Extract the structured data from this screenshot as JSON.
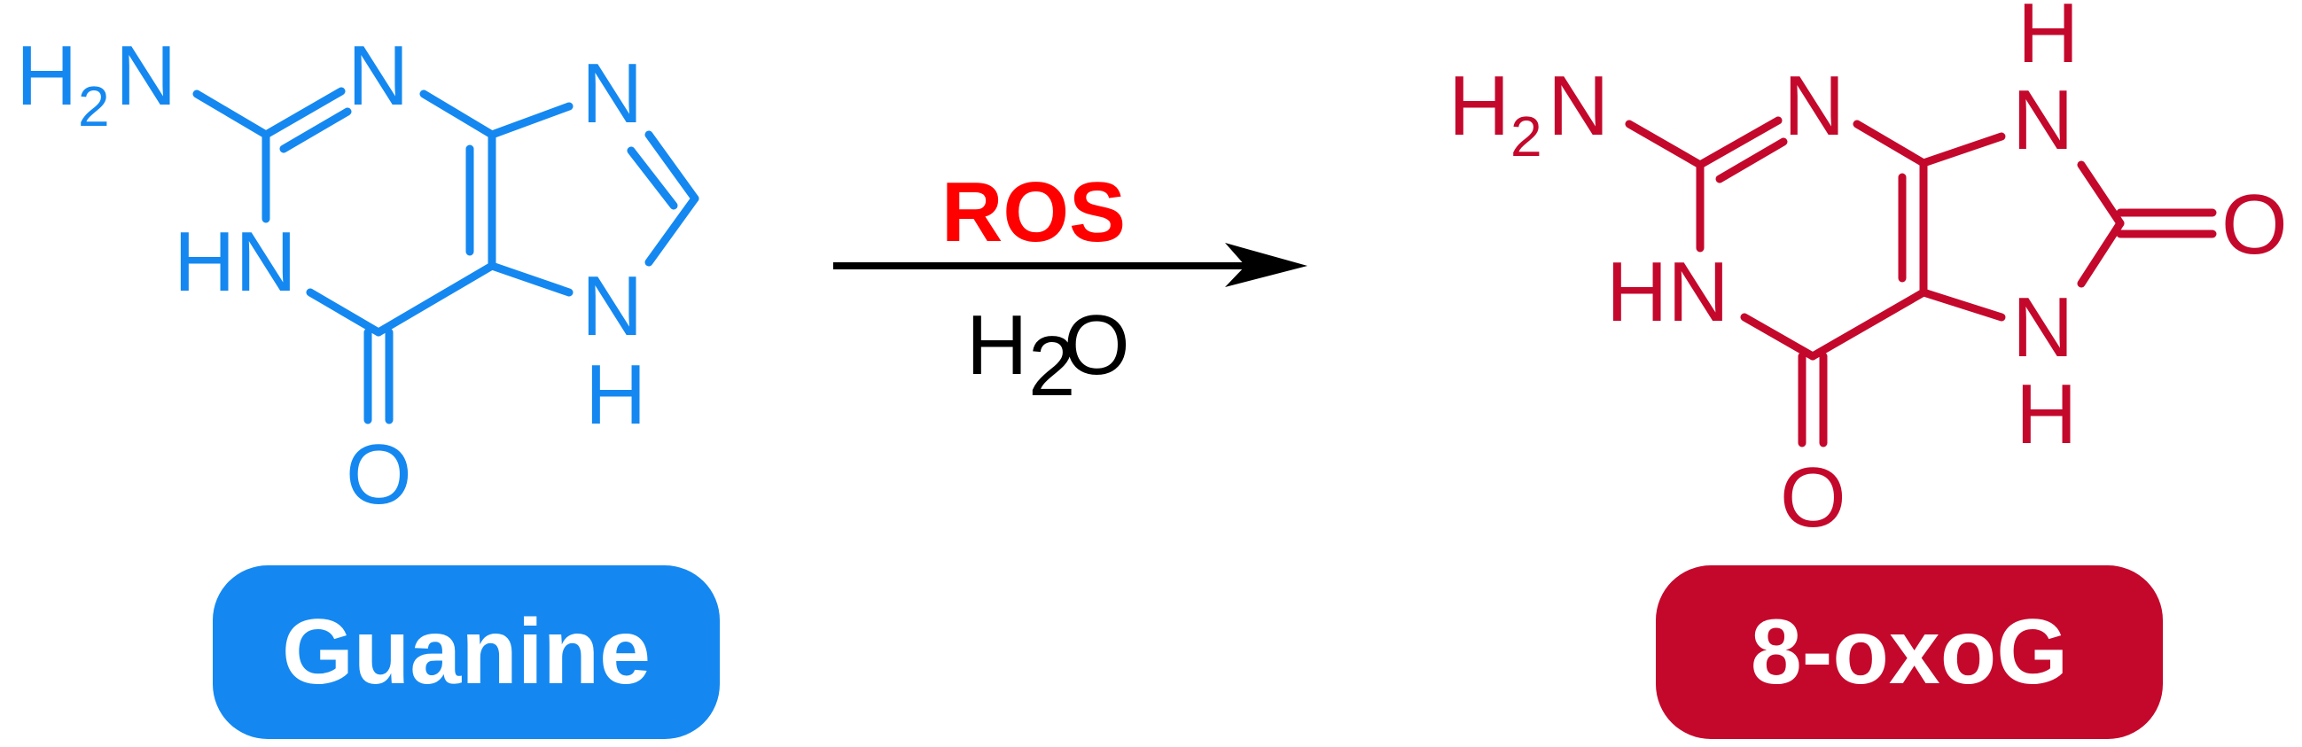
{
  "colors": {
    "guanine": "#1488F0",
    "oxog": "#C4082C",
    "reagent": "#FF0000",
    "arrow": "#000000",
    "label_text": "#FFFFFF"
  },
  "reactant": {
    "atoms": {
      "nh2_h": "H",
      "nh2_sub": "2",
      "nh2_n": "N",
      "n3": "N",
      "n7": "N",
      "n1": "HN",
      "n9": "N",
      "n9_h": "H",
      "o6": "O"
    },
    "label": "Guanine"
  },
  "conditions": {
    "reagent": "ROS",
    "solvent_h": "H",
    "solvent_sub": "2",
    "solvent_o": "O"
  },
  "product": {
    "atoms": {
      "nh2_h": "H",
      "nh2_sub": "2",
      "nh2_n": "N",
      "n3": "N",
      "n7": "N",
      "n7_h": "H",
      "n1": "HN",
      "n9": "N",
      "n9_h": "H",
      "o6": "O",
      "o8": "O"
    },
    "label": "8-oxoG"
  }
}
